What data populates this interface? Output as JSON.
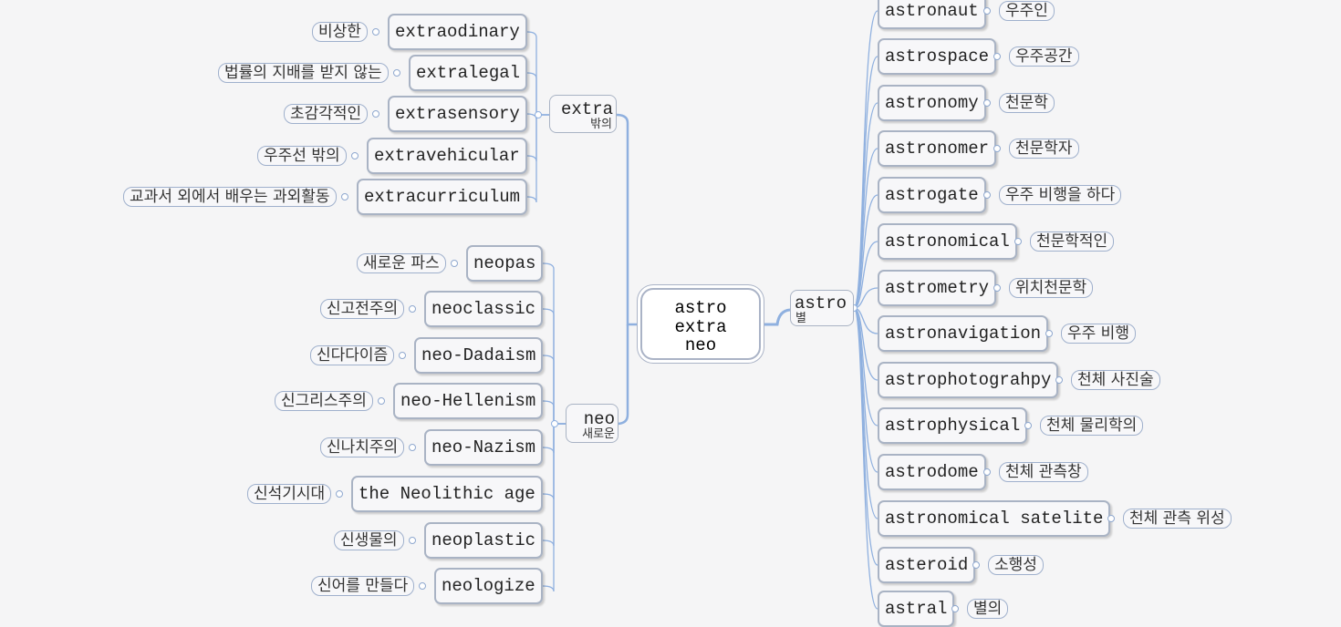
{
  "center": {
    "lines": [
      "astro",
      "extra",
      "neo"
    ]
  },
  "branches": {
    "astro": {
      "label": "astro",
      "meaning": "별",
      "children": [
        {
          "word": "astronaut",
          "meaning": "우주인"
        },
        {
          "word": "astrospace",
          "meaning": "우주공간"
        },
        {
          "word": "astronomy",
          "meaning": "천문학"
        },
        {
          "word": "astronomer",
          "meaning": "천문학자"
        },
        {
          "word": "astrogate",
          "meaning": "우주 비행을 하다"
        },
        {
          "word": "astronomical",
          "meaning": "천문학적인"
        },
        {
          "word": "astrometry",
          "meaning": "위치천문학"
        },
        {
          "word": "astronavigation",
          "meaning": "우주 비행"
        },
        {
          "word": "astrophotograhpy",
          "meaning": "천체 사진술"
        },
        {
          "word": "astrophysical",
          "meaning": "천체 물리학의"
        },
        {
          "word": "astrodome",
          "meaning": "천체 관측창"
        },
        {
          "word": "astronomical satelite",
          "meaning": "천체 관측 위성"
        },
        {
          "word": "asteroid",
          "meaning": "소행성"
        },
        {
          "word": "astral",
          "meaning": "별의"
        }
      ]
    },
    "extra": {
      "label": "extra",
      "meaning": "밖의",
      "children": [
        {
          "word": "extraodinary",
          "meaning": "비상한"
        },
        {
          "word": "extralegal",
          "meaning": "법률의 지배를 받지 않는"
        },
        {
          "word": "extrasensory",
          "meaning": "초감각적인"
        },
        {
          "word": "extravehicular",
          "meaning": "우주선 밖의"
        },
        {
          "word": "extracurriculum",
          "meaning": "교과서 외에서 배우는 과외활동"
        }
      ]
    },
    "neo": {
      "label": "neo",
      "meaning": "새로운",
      "children": [
        {
          "word": "neopas",
          "meaning": "새로운 파스"
        },
        {
          "word": "neoclassic",
          "meaning": "신고전주의"
        },
        {
          "word": "neo-Dadaism",
          "meaning": "신다다이즘"
        },
        {
          "word": "neo-Hellenism",
          "meaning": "신그리스주의"
        },
        {
          "word": "neo-Nazism",
          "meaning": "신나치주의"
        },
        {
          "word": "the Neolithic age",
          "meaning": "신석기시대"
        },
        {
          "word": "neoplastic",
          "meaning": "신생물의"
        },
        {
          "word": "neologize",
          "meaning": "신어를 만들다"
        }
      ]
    }
  },
  "colors": {
    "link": "#8fb0df",
    "border": "#a9b3c4",
    "background": "#f5f5f6"
  }
}
